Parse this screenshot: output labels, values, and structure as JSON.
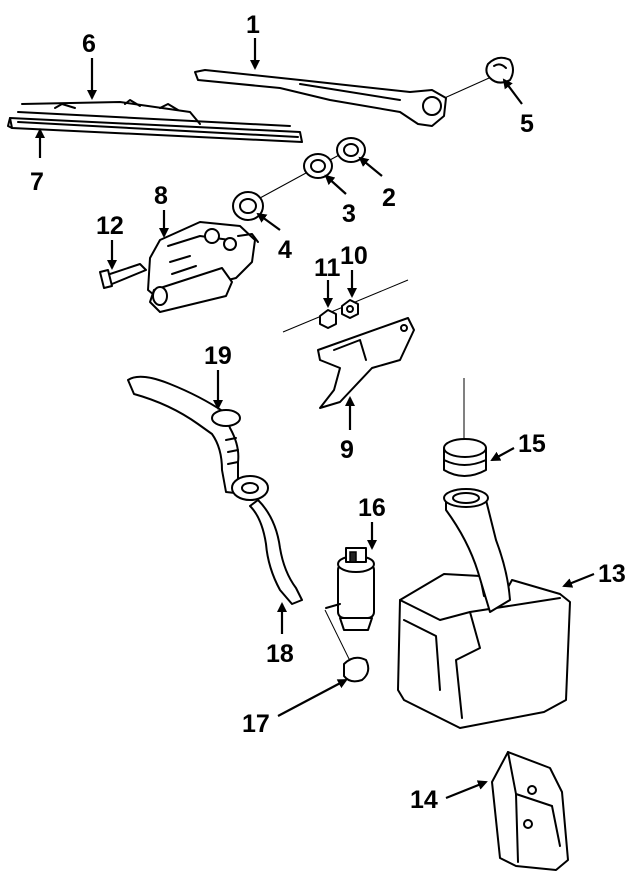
{
  "callouts": [
    {
      "id": "1",
      "label": "1"
    },
    {
      "id": "2",
      "label": "2"
    },
    {
      "id": "3",
      "label": "3"
    },
    {
      "id": "4",
      "label": "4"
    },
    {
      "id": "5",
      "label": "5"
    },
    {
      "id": "6",
      "label": "6"
    },
    {
      "id": "7",
      "label": "7"
    },
    {
      "id": "8",
      "label": "8"
    },
    {
      "id": "9",
      "label": "9"
    },
    {
      "id": "10",
      "label": "10"
    },
    {
      "id": "11",
      "label": "11"
    },
    {
      "id": "12",
      "label": "12"
    },
    {
      "id": "13",
      "label": "13"
    },
    {
      "id": "14",
      "label": "14"
    },
    {
      "id": "15",
      "label": "15"
    },
    {
      "id": "16",
      "label": "16"
    },
    {
      "id": "17",
      "label": "17"
    },
    {
      "id": "18",
      "label": "18"
    },
    {
      "id": "19",
      "label": "19"
    }
  ]
}
